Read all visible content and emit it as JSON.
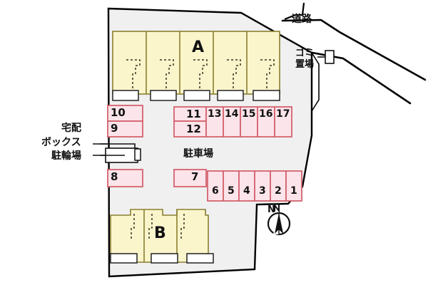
{
  "map": {
    "title": "apartment-site-plan",
    "colors": {
      "site_fill": "#f0f0f0",
      "site_stroke": "#000000",
      "building_fill": "#fbf5cc",
      "building_stroke": "#8a7f30",
      "stall_fill": "#fbe4ea",
      "stall_stroke": "#d4636f",
      "entry_fill": "#ffffff",
      "entry_stroke": "#222222",
      "road_stroke": "#000000",
      "text": "#111111"
    },
    "buildings": [
      {
        "id": "A",
        "label": "A",
        "units": 5
      },
      {
        "id": "B",
        "label": "B",
        "units": 3
      }
    ],
    "labels": {
      "road": "道路",
      "trash": "ゴミ\n置場",
      "trash_line1": "ゴミ",
      "trash_line2": "置場",
      "delivery_box_line1": "宅配",
      "delivery_box_line2": "ボックス",
      "bicycle_parking": "駐輪場",
      "parking_lot": "駐車場",
      "compass_north": "N"
    },
    "parking_groups": [
      {
        "name": "west-upper-column",
        "stalls": [
          "10",
          "9"
        ]
      },
      {
        "name": "west-lower-single",
        "stalls": [
          "8"
        ]
      },
      {
        "name": "center-row-upper",
        "stalls": [
          "11",
          "13",
          "14",
          "15",
          "16",
          "17"
        ]
      },
      {
        "name": "center-row-lower",
        "stalls": [
          "12"
        ]
      },
      {
        "name": "mid-single",
        "stalls": [
          "7"
        ]
      },
      {
        "name": "south-row",
        "stalls": [
          "6",
          "5",
          "4",
          "3",
          "2",
          "1"
        ]
      }
    ],
    "all_stall_numbers": [
      "1",
      "2",
      "3",
      "4",
      "5",
      "6",
      "7",
      "8",
      "9",
      "10",
      "11",
      "12",
      "13",
      "14",
      "15",
      "16",
      "17"
    ]
  }
}
